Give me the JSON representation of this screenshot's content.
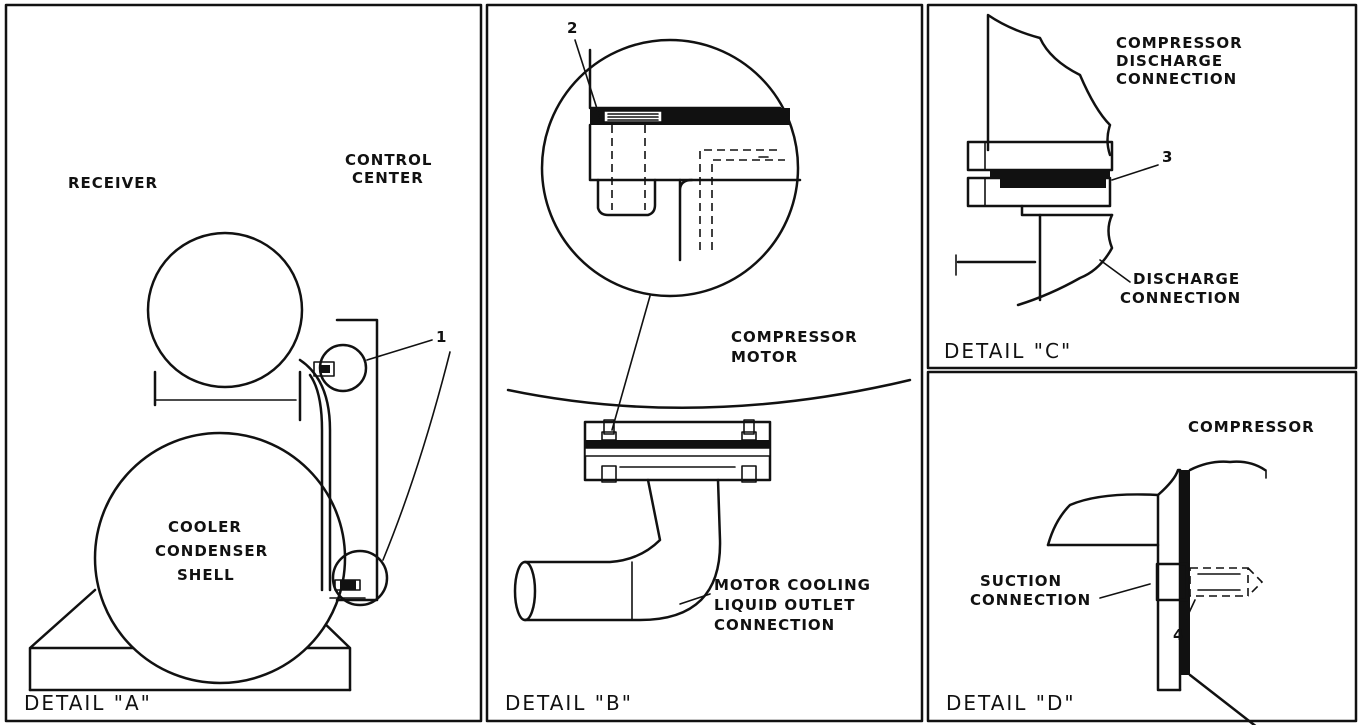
{
  "detail_a": {
    "caption": "DETAIL \"A\"",
    "receiver": "RECEIVER",
    "control_center": [
      "CONTROL",
      "CENTER"
    ],
    "shell": [
      "COOLER",
      "CONDENSER",
      "SHELL"
    ],
    "callout": "1"
  },
  "detail_b": {
    "caption": "DETAIL \"B\"",
    "compressor_motor": [
      "COMPRESSOR",
      "MOTOR"
    ],
    "outlet": [
      "MOTOR COOLING",
      "LIQUID OUTLET",
      "CONNECTION"
    ],
    "callout": "2"
  },
  "detail_c": {
    "caption": "DETAIL \"C\"",
    "discharge_top": [
      "COMPRESSOR",
      "DISCHARGE",
      "CONNECTION"
    ],
    "discharge_bottom": [
      "DISCHARGE",
      "CONNECTION"
    ],
    "callout": "3"
  },
  "detail_d": {
    "caption": "DETAIL \"D\"",
    "compressor": "COMPRESSOR",
    "suction": [
      "SUCTION",
      "CONNECTION"
    ],
    "callout": "4"
  }
}
